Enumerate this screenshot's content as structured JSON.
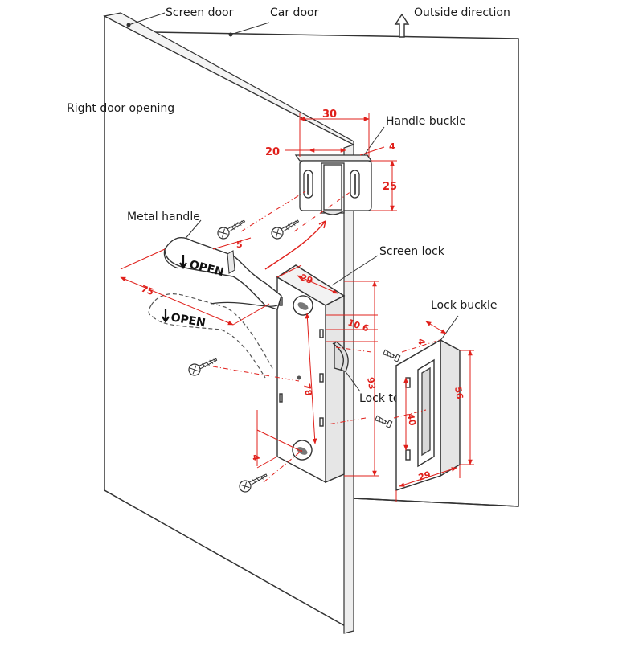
{
  "labels": {
    "screen_door": "Screen door",
    "car_door": "Car door",
    "outside_direction": "Outside direction",
    "right_door_opening": "Right door opening",
    "handle_buckle": "Handle buckle",
    "metal_handle": "Metal handle",
    "screen_lock": "Screen lock",
    "lock_buckle": "Lock buckle",
    "lock_tongue": "Lock tongue"
  },
  "handle": {
    "text_top": "OPEN",
    "text_bottom": "OPEN"
  },
  "dimensions": {
    "handle_buckle_width": "30",
    "handle_buckle_depth": "20",
    "handle_buckle_edge": "4",
    "handle_buckle_height": "25",
    "screw_offset": "5",
    "handle_length": "75",
    "lock_width": "29",
    "lock_small_a": "10",
    "lock_small_b": "6",
    "lock_total_height": "93",
    "lock_hole_spacing": "78",
    "lock_bottom_offset": "4",
    "buckle_edge": "4",
    "buckle_height": "56",
    "buckle_slot": "40",
    "buckle_width": "29"
  },
  "colors": {
    "dimension": "#e0201b",
    "line": "#333333",
    "label": "#1a1a1a"
  }
}
